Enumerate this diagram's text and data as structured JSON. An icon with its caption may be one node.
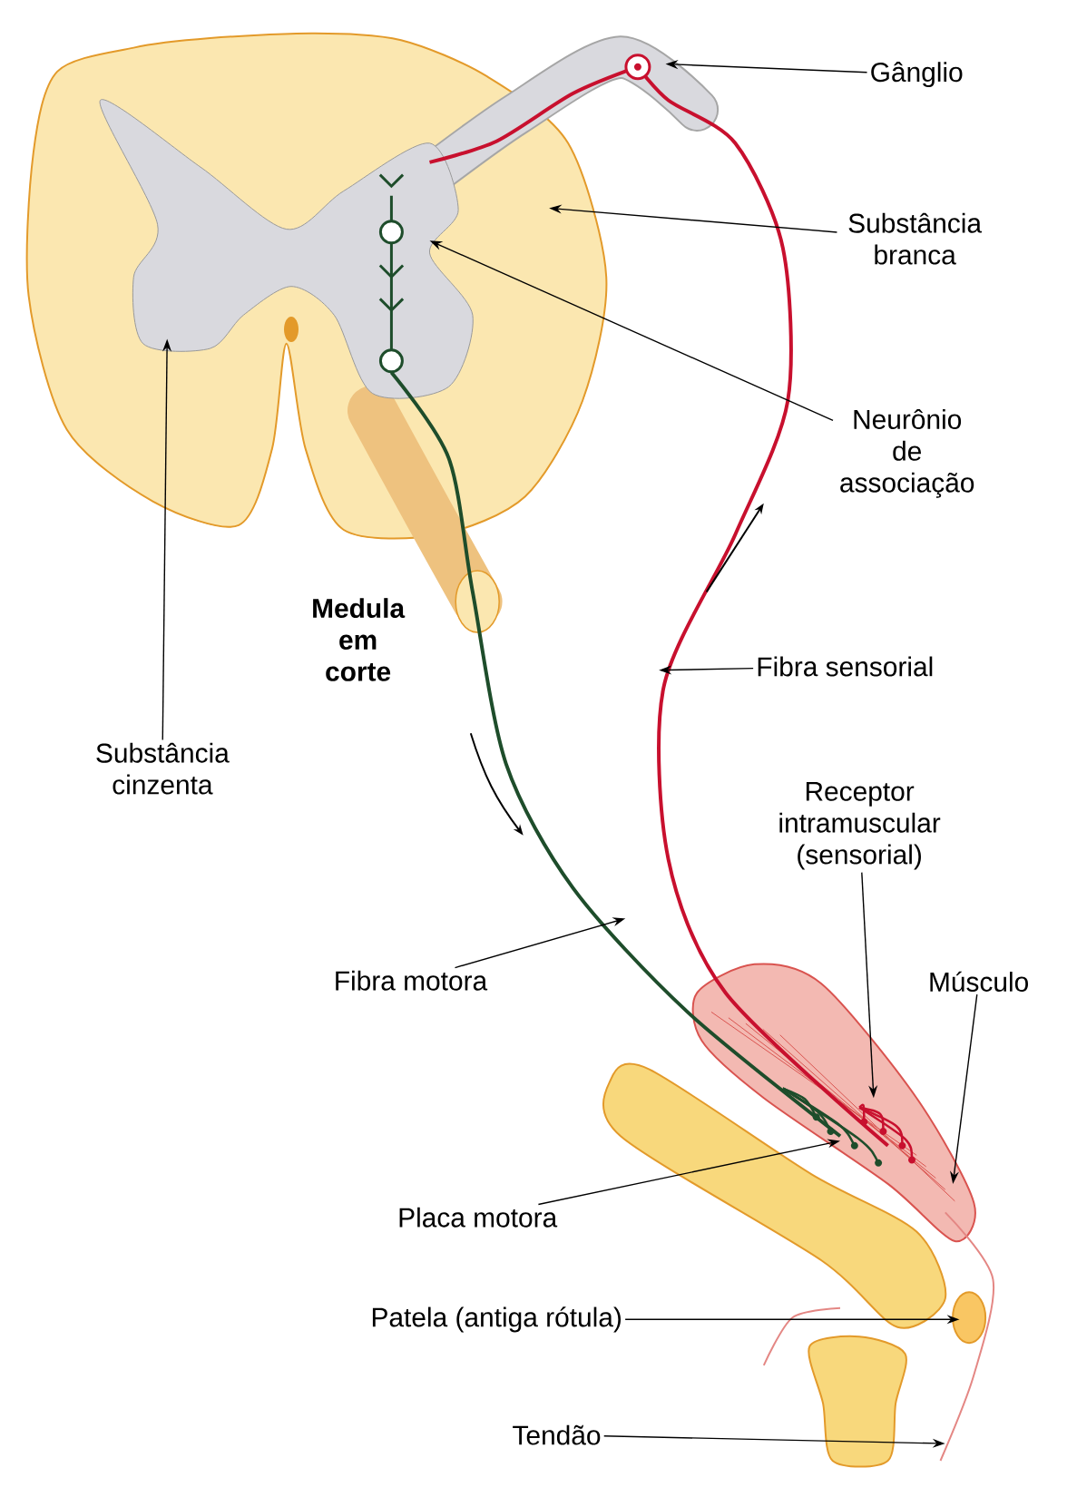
{
  "diagram": {
    "nodes": [
      {
        "text": [
          "Gânglio"
        ]
      },
      {
        "text": [
          "Substância branca"
        ]
      },
      {
        "text": [
          "Neurônio de associação"
        ]
      },
      {
        "text": [
          "Substância cinzenta"
        ]
      },
      {
        "text": [
          "Fibra sensorial"
        ]
      },
      {
        "text": [
          "Receptor intramuscular (sensorial)"
        ]
      },
      {
        "text": [
          "Músculo"
        ]
      },
      {
        "text": [
          "Fibra motora"
        ]
      },
      {
        "text": [
          "Placa motora"
        ]
      },
      {
        "text": [
          "Patela (antiga rótula)"
        ]
      },
      {
        "text": [
          "Tendão"
        ]
      }
    ],
    "edges": [
      {
        "from": 0,
        "to": null,
        "arrow": "to"
      },
      {
        "from": 1,
        "to": null,
        "arrow": "to"
      },
      {
        "from": 2,
        "to": null,
        "arrow": "to"
      },
      {
        "from": 3,
        "to": null,
        "arrow": "to"
      },
      {
        "from": 4,
        "to": null,
        "arrow": "to"
      },
      {
        "from": 5,
        "to": null,
        "arrow": "to"
      },
      {
        "from": 6,
        "to": null,
        "arrow": "to"
      },
      {
        "from": 7,
        "to": null,
        "arrow": "to"
      },
      {
        "from": 8,
        "to": null,
        "arrow": "to"
      },
      {
        "from": 9,
        "to": null,
        "arrow": "to"
      },
      {
        "from": 10,
        "to": null,
        "arrow": "to"
      }
    ],
    "labels": [
      "Medula em corte"
    ]
  }
}
